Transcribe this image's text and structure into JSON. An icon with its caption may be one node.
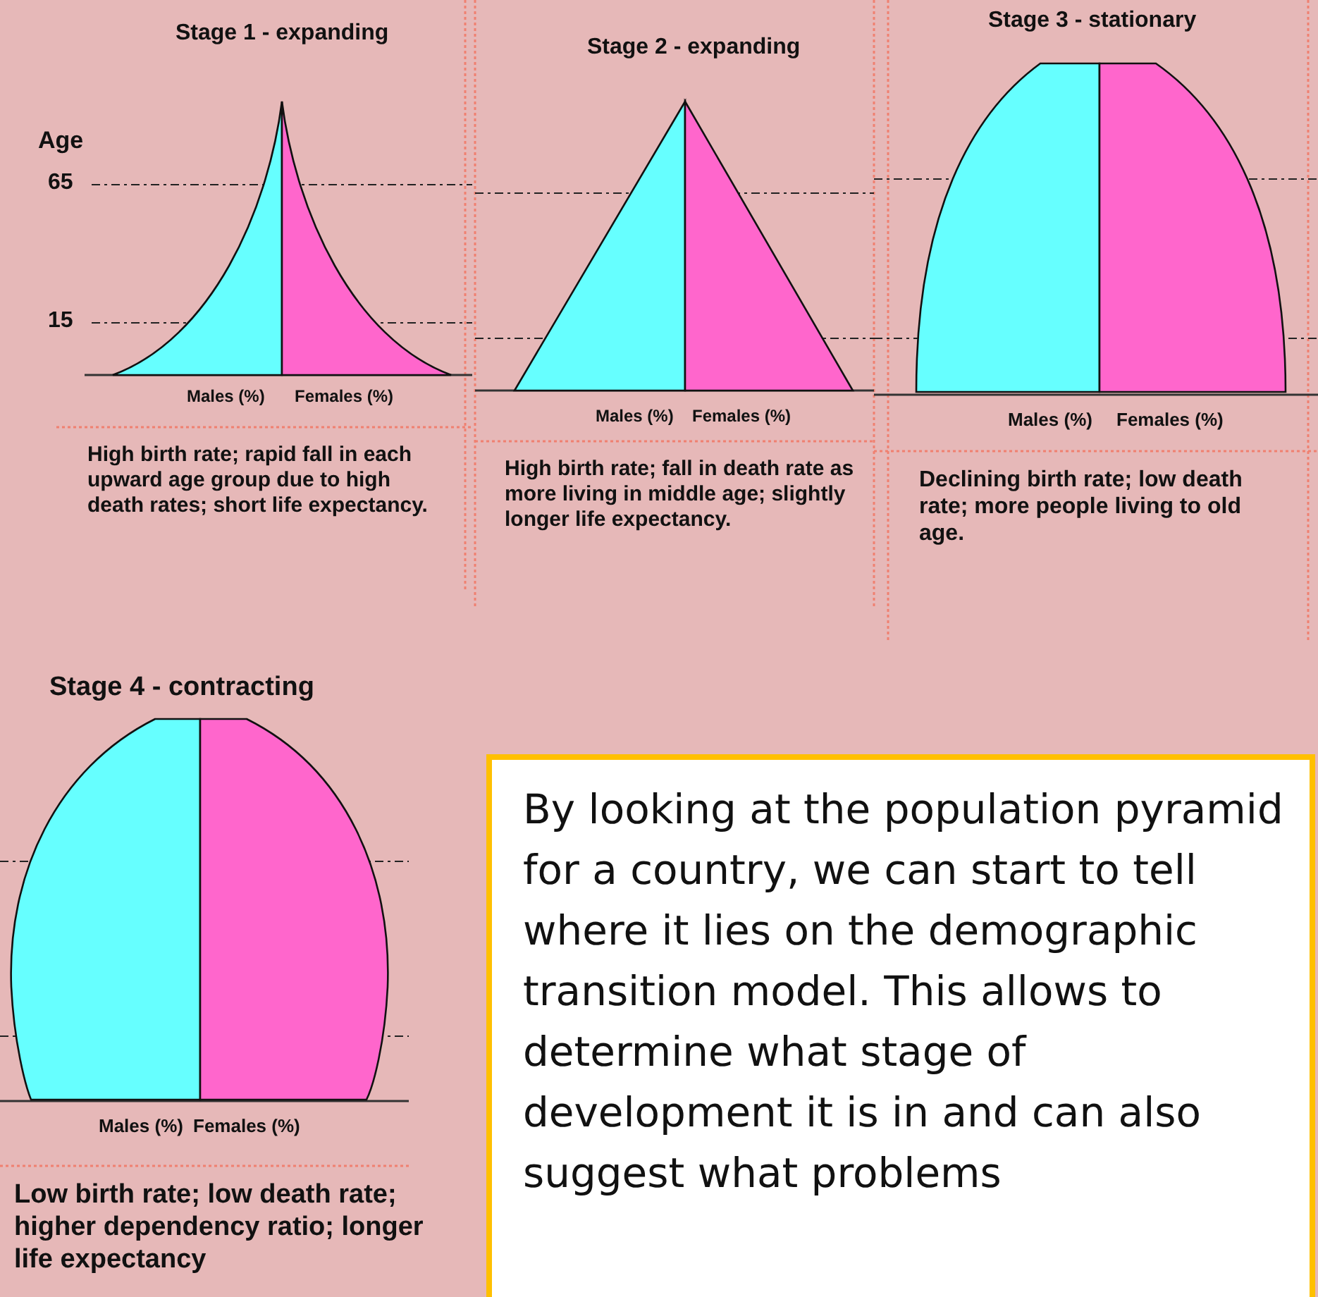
{
  "diagram": {
    "nodes": [
      {
        "text": [
          "By looking at the population pyramid for a country, we can start to tell where it lies on the demographic transition model. This allows to determine what stage of development it is in and can also suggest what problems"
        ]
      }
    ],
    "labels": [
      "Stage 1 - expanding",
      "Stage 2 - expanding",
      "Stage 3 - stationary",
      "Age",
      "65",
      "15",
      "Males (%)",
      "Females (%)",
      "Males (%)",
      "Females (%)",
      "Males (%)",
      "Females (%)",
      "High birth rate; rapid fall in each upward age group due to high death rates; short life expectancy.",
      "High birth rate; fall in death rate as more living in middle age; slightly longer life expectancy.",
      "Declining birth rate; low death rate; more people living to old age.",
      "Stage 4 - contracting",
      "Males (%)",
      "Females (%)",
      "Low birth rate; low death rate; higher dependency ratio; longer life expectancy"
    ]
  }
}
